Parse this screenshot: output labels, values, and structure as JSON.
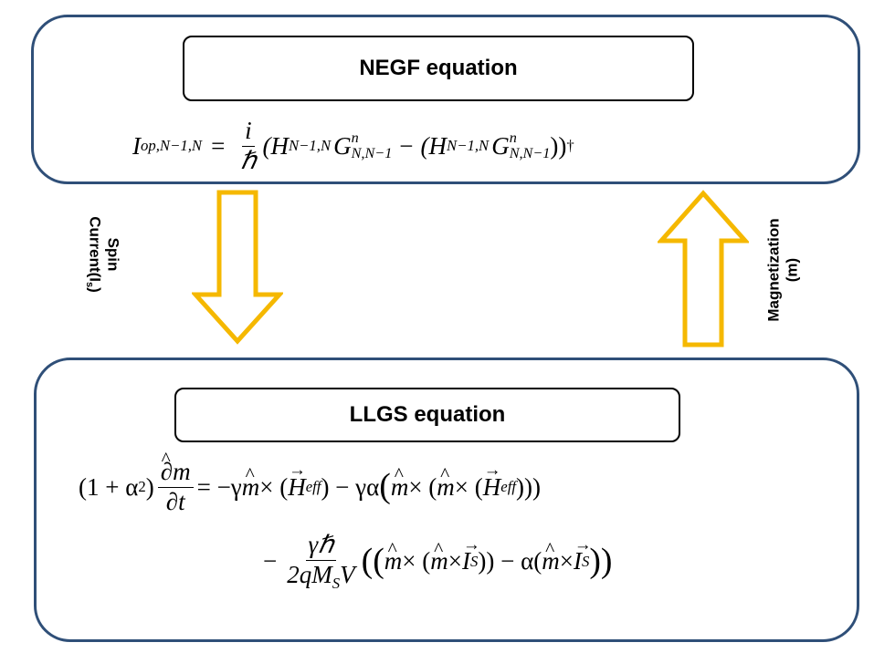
{
  "top_panel": {
    "title": "NEGF equation",
    "equation": {
      "lhs": "I",
      "lhs_sub": "op,N−1,N",
      "eq": "=",
      "num": "i",
      "den": "ℏ",
      "body_1": "(H",
      "h_sub_1": "N−1,N",
      "g": "G",
      "g_sup": "n",
      "g_sub": "N,N−1",
      "minus": "−",
      "body_2": "(H",
      "h_sub_2": "N−1,N",
      "g2": "G",
      "g2_sup": "n",
      "g2_sub": "N,N−1",
      "close": "))",
      "dagger": "†"
    }
  },
  "left_arrow": {
    "label_line1": "Spin",
    "label_line2": "Current(I",
    "label_sub": "s",
    "label_close": ")"
  },
  "right_arrow": {
    "label_line1": "Magnetization",
    "label_line2": "(m)"
  },
  "bottom_panel": {
    "title": "LLGS  equation",
    "line1": {
      "prefix": "(1 + α",
      "sup": "2",
      "prefix_close": ")",
      "num": "∂m",
      "den": "∂t",
      "rhs_a": "= −γ",
      "m1": "m",
      "rhs_b": " × (",
      "h1": "H",
      "h1_sub": "eff",
      "rhs_c": ") − γα",
      "rhs_d": "(",
      "m2": "m",
      "rhs_e": " × (",
      "m3": "m",
      "rhs_f": " × (",
      "h2": "H",
      "h2_sub": "eff",
      "rhs_g": ")))"
    },
    "line2": {
      "minus": "−",
      "num": "γℏ",
      "den": "2qM",
      "den_sub": "S",
      "den_tail": "V",
      "a": "((",
      "m1": "m",
      "b": " × (",
      "m2": "m",
      "c": " × ",
      "i1": "I",
      "i1_sub": "S",
      "d": ")) − α(",
      "m3": "m",
      "e": " × ",
      "i2": "I",
      "i2_sub": "S",
      "f": "))"
    }
  },
  "colors": {
    "panel_border": "#2f4f78",
    "arrow": "#f5b800"
  }
}
